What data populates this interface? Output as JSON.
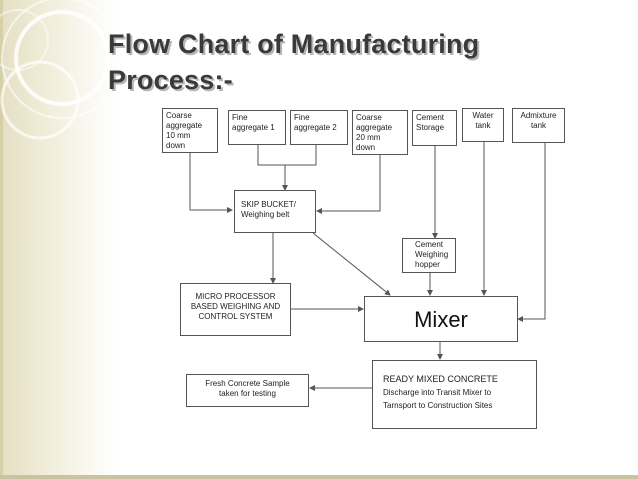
{
  "slide": {
    "title_line1": "Flow Chart of Manufacturing",
    "title_line2": "Process:-"
  },
  "boxes": {
    "coarse10": [
      "Coarse",
      "aggregate",
      "10 mm",
      "down"
    ],
    "fine1": [
      "Fine",
      "aggregate 1"
    ],
    "fine2": [
      "Fine",
      "aggregate 2"
    ],
    "coarse20": [
      "Coarse",
      "aggregate",
      "20 mm",
      "down"
    ],
    "cement_storage": [
      "Cement",
      "Storage"
    ],
    "water_tank": [
      "Water",
      "tank"
    ],
    "admixture_tank": [
      "Admixture",
      "tank"
    ],
    "skip_bucket": [
      "SKIP BUCKET/",
      "Weighing belt"
    ],
    "cement_hopper": [
      "Cement",
      "Weighing",
      "hopper"
    ],
    "micro_processor": [
      "MICRO PROCESSOR",
      "BASED WEIGHING AND",
      "CONTROL SYSTEM"
    ],
    "mixer": "Mixer",
    "ready_mixed": [
      "READY MIXED CONCRETE",
      "Discharge into Transit Mixer to",
      "Tarnsport to Construction Sites"
    ],
    "fresh_sample": [
      "Fresh Concrete Sample",
      "taken for testing"
    ]
  }
}
